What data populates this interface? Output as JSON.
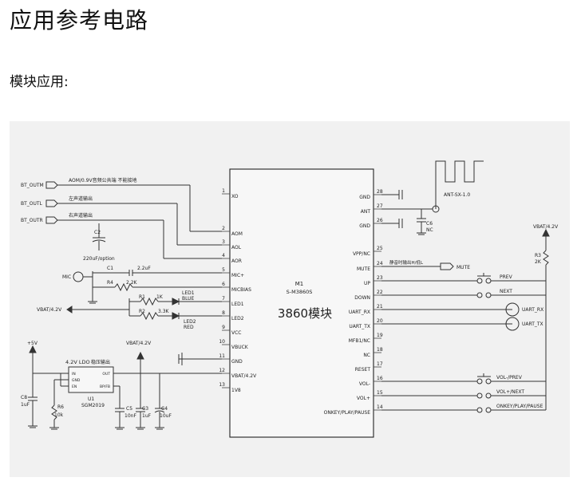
{
  "page": {
    "title": "应用参考电路",
    "subtitle": "模块应用:"
  },
  "schematic": {
    "module": {
      "ref": "M1",
      "part": "S-M3860S",
      "name": "3860模块"
    },
    "left_pins": [
      {
        "num": "1",
        "name": "XO"
      },
      {
        "num": "2",
        "name": "AOM"
      },
      {
        "num": "3",
        "name": "AOL"
      },
      {
        "num": "4",
        "name": "AOR"
      },
      {
        "num": "5",
        "name": "MIC+"
      },
      {
        "num": "6",
        "name": "MICBIAS"
      },
      {
        "num": "7",
        "name": "LED1"
      },
      {
        "num": "8",
        "name": "LED2"
      },
      {
        "num": "9",
        "name": "VCC"
      },
      {
        "num": "10",
        "name": "VBUCK"
      },
      {
        "num": "11",
        "name": "GND"
      },
      {
        "num": "12",
        "name": "VBAT/4.2V"
      },
      {
        "num": "13",
        "name": "1V8"
      }
    ],
    "right_pins": [
      {
        "num": "28",
        "name": "GND"
      },
      {
        "num": "27",
        "name": "ANT"
      },
      {
        "num": "26",
        "name": "GND"
      },
      {
        "num": "25",
        "name": "VPP/NC"
      },
      {
        "num": "24",
        "name": "MUTE"
      },
      {
        "num": "23",
        "name": "UP"
      },
      {
        "num": "22",
        "name": "DOWN"
      },
      {
        "num": "21",
        "name": "UART_RX"
      },
      {
        "num": "20",
        "name": "UART_TX"
      },
      {
        "num": "19",
        "name": "MFB1/NC"
      },
      {
        "num": "18",
        "name": "NC"
      },
      {
        "num": "17",
        "name": "RESET"
      },
      {
        "num": "16",
        "name": "VOL-"
      },
      {
        "num": "15",
        "name": "VOL+"
      },
      {
        "num": "14",
        "name": "ONKEY/PLAY/PAUSE"
      }
    ],
    "bt_nets": [
      {
        "name": "BT_OUTM",
        "note": "AOM/0.9V音频公共端 不能接地"
      },
      {
        "name": "BT_OUTL",
        "note": "左声道输出"
      },
      {
        "name": "BT_OUTR",
        "note": "右声道输出"
      }
    ],
    "left_labels": {
      "c2_ref": "C2",
      "c2_val": "220uF/option",
      "mic": "MIC",
      "c1_ref": "C1",
      "c1_val": "2.2uF",
      "r4_ref": "R4",
      "r4_val": "2.2K",
      "vbat_in": "VBAT/4.2V",
      "r1_ref": "R1",
      "r1_val": "1K",
      "led1_ref": "LED1",
      "led1_color": "BLUE",
      "r2_ref": "R2",
      "r2_val": "3.3K",
      "led2_ref": "LED2",
      "led2_color": "RED"
    },
    "power": {
      "plus5": "+5V",
      "vbat_top": "VBAT/4.2V",
      "ldo_title": "4.2V LDO",
      "ldo_note": "稳压输出",
      "u1_ref": "U1",
      "u1_part": "SGM2019",
      "pin_in": "IN",
      "pin_gnd": "GND",
      "pin_en": "EN",
      "pin_out": "OUT",
      "pin_bp": "BP/FB",
      "c8_ref": "C8",
      "c8_val": "1uF",
      "r6_ref": "R6",
      "r6_val": "10k",
      "c5_ref": "C5",
      "c5_val": "10nF",
      "c3_ref": "C3",
      "c3_val": "1uF",
      "c4_ref": "C4",
      "c4_val": "10uF"
    },
    "right_labels": {
      "antenna": "ANT-SX-1.0",
      "c6_ref": "C6",
      "c6_val": "NC",
      "vbat_pullup": "VBAT/4.2V",
      "r3_ref": "R3",
      "r3_val": "2K",
      "mute_note": "静音时输出H/低L",
      "mute": "MUTE",
      "prev": "PREV",
      "next": "NEXT",
      "uart_rx": "UART_RX",
      "uart_tx": "UART_TX",
      "vol_prev": "VOL-/PREV",
      "vol_next": "VOL+/NEXT",
      "onkey": "ONKEY/PLAY/PAUSE"
    }
  }
}
